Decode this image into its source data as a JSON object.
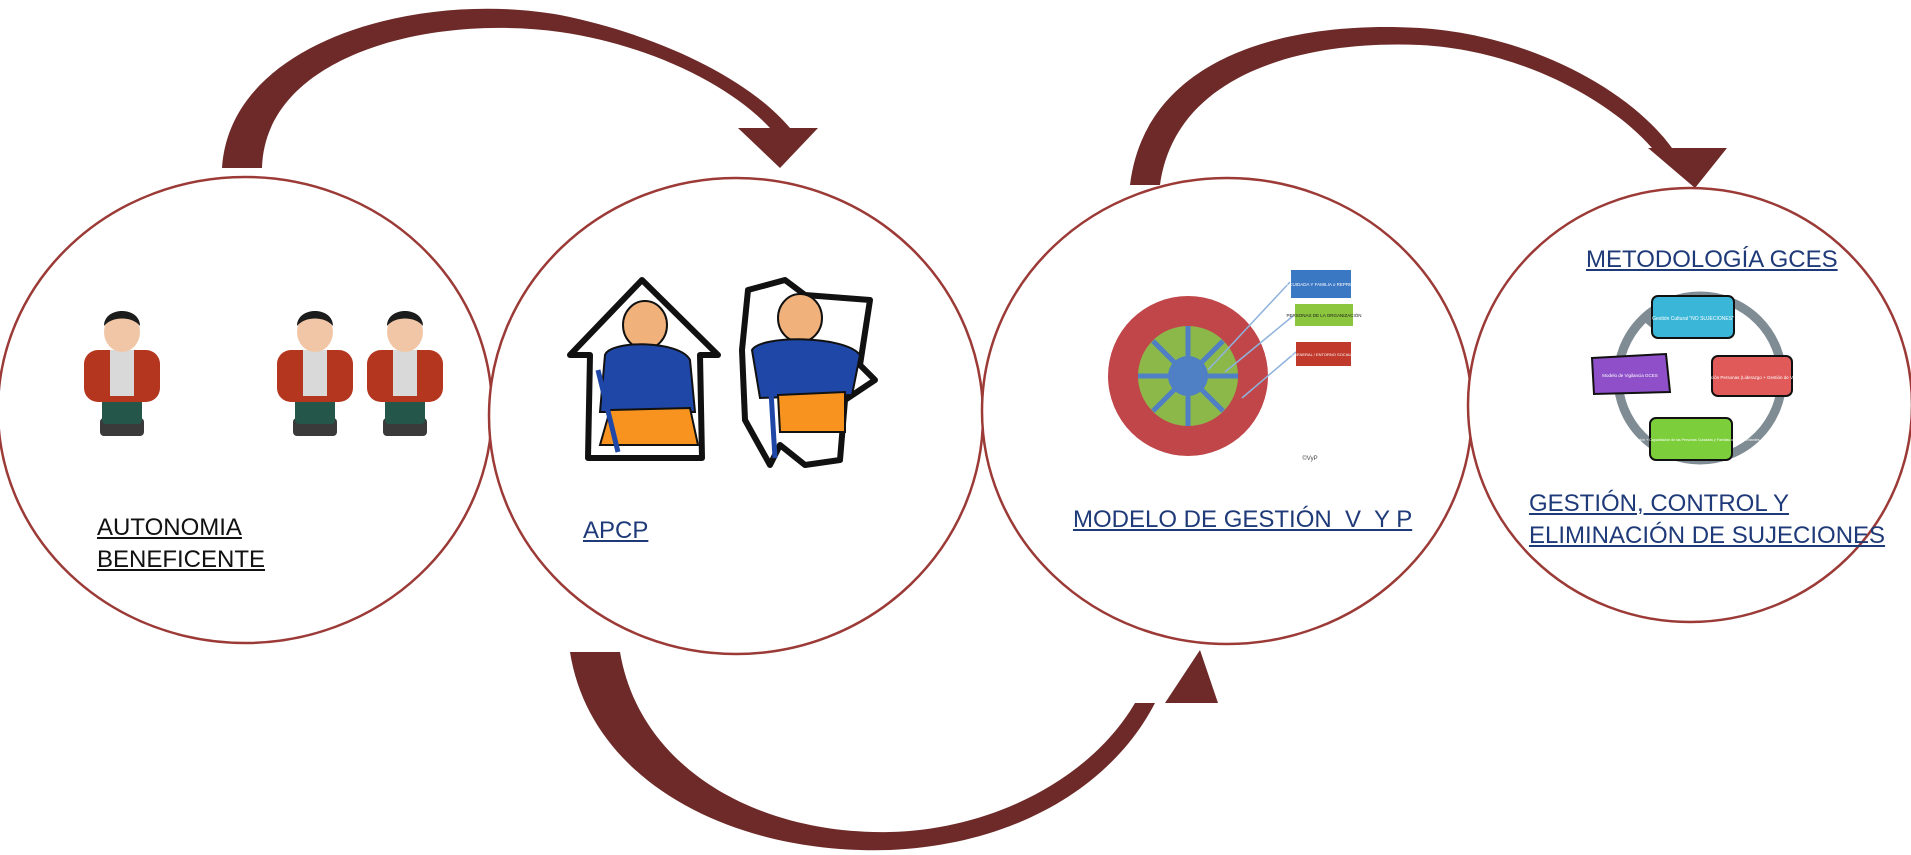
{
  "colors": {
    "arrow": "#6e2a28",
    "circle_outline": "#9b3a36",
    "link_text": "#1f3a78",
    "plain_text": "#111111"
  },
  "circles": [
    {
      "label_lines": [
        "AUTONOMIA",
        "BENEFICENTE"
      ],
      "illustration": "three-figurine-people-icon"
    },
    {
      "label_lines": [
        "APCP"
      ],
      "illustration": "elderly-man-house-icon"
    },
    {
      "label_lines": [
        "MODELO DE GESTIÓN  V  Y P"
      ],
      "illustration": "management-model-diagram"
    },
    {
      "title": "METODOLOGÍA GCES",
      "label_lines": [
        "GESTIÓN, CONTROL Y",
        "ELIMINACIÓN DE SUJECIONES"
      ],
      "illustration": "gces-cycle-diagram"
    }
  ],
  "model_diagram": {
    "boxes": [
      "PERSONA CUIDADA Y FAMILIA o REPRESENTANTE",
      "PERSONAS DE LA ORGANIZACIÓN",
      "SOCIEDAD EN GENERAL / ENTORNO SOCIAL Y COMUNIDAD"
    ],
    "box_colors": [
      "#3b78c4",
      "#8cc63f",
      "#c0392b"
    ],
    "footnote": "©VyP"
  },
  "gces_cycle": {
    "steps": [
      "Gestión Cultural \"NO SUJECIONES\"",
      "Motivación Personas (Liderazgo + Gestión de Valores)",
      "Comunicación + Capacitación de las Personas Cuidadas y Familias o Representantes",
      "Modelo de Vigilancia GCES"
    ],
    "step_colors": [
      "#3ab7d8",
      "#e05a5a",
      "#7ccf3a",
      "#8e4fc9"
    ]
  }
}
